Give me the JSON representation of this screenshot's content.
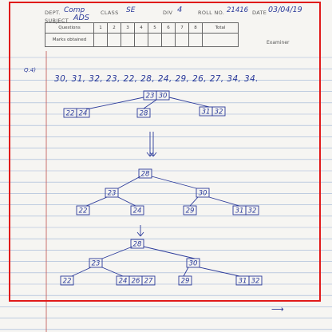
{
  "header": {
    "dept_label": "DEPT.",
    "dept_value": "Comp",
    "class_label": "CLASS",
    "class_value": "SE",
    "div_label": "DIV",
    "div_value": "4",
    "roll_label": "ROLL NO.",
    "roll_value": "21416",
    "date_label": "DATE",
    "date_value": "03/04/19",
    "subject_label": "SUBJECT",
    "subject_value": "ADS"
  },
  "marks_table": {
    "row1": [
      "Questions",
      "1",
      "2",
      "3",
      "4",
      "5",
      "6",
      "7",
      "8",
      "Total"
    ],
    "row2_label": "Marks obtained",
    "examiner_label": "Examiner"
  },
  "answer": {
    "question_no": "Q.4)",
    "sequence": "30, 31, 32, 23, 22, 28, 24, 29, 26, 27, 34, 34.",
    "tree1": {
      "root": [
        "23",
        "30"
      ],
      "leaves": [
        [
          "22",
          "24"
        ],
        [
          "28"
        ],
        [
          "31",
          "32"
        ]
      ]
    },
    "tree2": {
      "root": [
        "28"
      ],
      "level2": [
        [
          "23"
        ],
        [
          "30"
        ]
      ],
      "leaves": [
        [
          "22"
        ],
        [
          "24"
        ],
        [
          "29"
        ],
        [
          "31",
          "32"
        ]
      ]
    },
    "tree3": {
      "root": [
        "28"
      ],
      "level2": [
        [
          "23"
        ],
        [
          "30"
        ]
      ],
      "leaves": [
        [
          "22"
        ],
        [
          "24",
          "26",
          "27"
        ],
        [
          "29"
        ],
        [
          "31",
          "32"
        ]
      ]
    }
  },
  "colors": {
    "ink": "#2b3a9a",
    "frame": "#e01a1a",
    "margin_line": "#c0504d",
    "rule_line": "#9cb3d6"
  }
}
